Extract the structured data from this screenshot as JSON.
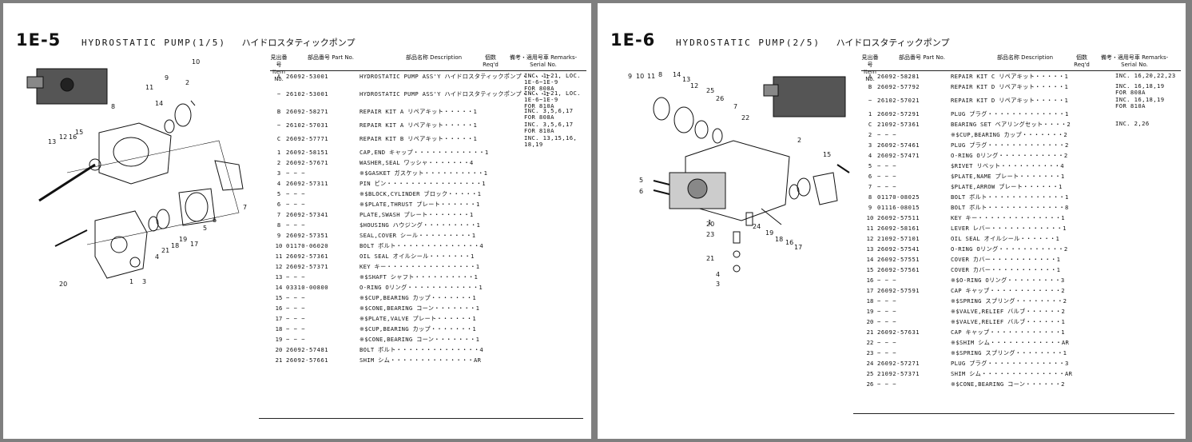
{
  "left": {
    "code": "1E-5",
    "title": "HYDROSTATIC PUMP(1/5)",
    "title_jp": "ハイドロスタティックポンプ",
    "headers": {
      "item": "見出番号 Item No.",
      "part": "部品番号 Part No.",
      "desc": "部品名称 Description",
      "qty": "個数 Req'd",
      "rem": "備考・適用号車 Remarks-Serial No."
    },
    "rows": [
      {
        "item": "A",
        "part": "26092-53001",
        "desc": "HYDROSTATIC PUMP ASS'Y ハイドロスタティックポンプ・・・・1",
        "rem": "INC. 1~21, LOC.\n1E-6~1E-9\nFOR 808A"
      },
      {
        "item": "−",
        "part": "26102-53001",
        "desc": "HYDROSTATIC PUMP ASS'Y ハイドロスタティックポンプ・・・・1",
        "rem": "INC. 1~21, LOC.\n1E-6~1E-9\nFOR 810A"
      },
      {
        "item": "B",
        "part": "26092-58271",
        "desc": "REPAIR KIT A リペアキット・・・・・1",
        "rem": "INC. 3,5,6,17\nFOR 808A"
      },
      {
        "item": "−",
        "part": "26102-57031",
        "desc": "REPAIR KIT A リペアキット・・・・・1",
        "rem": "INC. 3,5,6,17\nFOR 810A"
      },
      {
        "item": "C",
        "part": "26092-57771",
        "desc": "REPAIR KIT B リペアキット・・・・・1",
        "rem": "INC. 13,15,16,\n18,19"
      },
      {
        "item": "1",
        "part": "26092-58151",
        "desc": "CAP,END キャップ・・・・・・・・・・・・1",
        "rem": ""
      },
      {
        "item": "2",
        "part": "26092-57671",
        "desc": "WASHER,SEAL ワッシャ・・・・・・・4",
        "rem": ""
      },
      {
        "item": "3",
        "part": "− − −",
        "desc": "※$GASKET ガスケット・・・・・・・・・・1",
        "rem": ""
      },
      {
        "item": "4",
        "part": "26092-57311",
        "desc": "PIN ピン・・・・・・・・・・・・・・・・1",
        "rem": ""
      },
      {
        "item": "5",
        "part": "− − −",
        "desc": "※$BLOCK,CYLINDER ブロック・・・・・1",
        "rem": ""
      },
      {
        "item": "6",
        "part": "− − −",
        "desc": "※$PLATE,THRUST プレート・・・・・・1",
        "rem": ""
      },
      {
        "item": "7",
        "part": "26092-57341",
        "desc": "PLATE,SWASH プレート・・・・・・・1",
        "rem": ""
      },
      {
        "item": "8",
        "part": "− − −",
        "desc": "$HOUSING ハウジング・・・・・・・・・1",
        "rem": ""
      },
      {
        "item": "9",
        "part": "26092-57351",
        "desc": "SEAL,COVER シール・・・・・・・・・1",
        "rem": ""
      },
      {
        "item": "10",
        "part": "01170-06020",
        "desc": "BOLT ボルト・・・・・・・・・・・・・・4",
        "rem": ""
      },
      {
        "item": "11",
        "part": "26092-57361",
        "desc": "OIL SEAL オイルシール・・・・・・・1",
        "rem": ""
      },
      {
        "item": "12",
        "part": "26092-57371",
        "desc": "KEY キー・・・・・・・・・・・・・・・1",
        "rem": ""
      },
      {
        "item": "13",
        "part": "− − −",
        "desc": "※$SHAFT シャフト・・・・・・・・・・1",
        "rem": ""
      },
      {
        "item": "14",
        "part": "03310-00800",
        "desc": "O-RING Oリング・・・・・・・・・・・・1",
        "rem": ""
      },
      {
        "item": "15",
        "part": "− − −",
        "desc": "※$CUP,BEARING カップ・・・・・・・1",
        "rem": ""
      },
      {
        "item": "16",
        "part": "− − −",
        "desc": "※$CONE,BEARING コーン・・・・・・・1",
        "rem": ""
      },
      {
        "item": "17",
        "part": "− − −",
        "desc": "※$PLATE,VALVE プレート・・・・・・1",
        "rem": ""
      },
      {
        "item": "18",
        "part": "− − −",
        "desc": "※$CUP,BEARING カップ・・・・・・・1",
        "rem": ""
      },
      {
        "item": "19",
        "part": "− − −",
        "desc": "※$CONE,BEARING コーン・・・・・・・1",
        "rem": ""
      },
      {
        "item": "20",
        "part": "26092-57481",
        "desc": "BOLT ボルト・・・・・・・・・・・・・・4",
        "rem": ""
      },
      {
        "item": "21",
        "part": "26092-57661",
        "desc": "SHIM シム・・・・・・・・・・・・・・AR",
        "rem": ""
      }
    ],
    "callouts": [
      "1",
      "2",
      "3",
      "4",
      "5",
      "6",
      "7",
      "8",
      "9",
      "10",
      "11",
      "12",
      "13",
      "14",
      "15",
      "16",
      "17",
      "18",
      "19",
      "20",
      "21"
    ]
  },
  "right": {
    "code": "1E-6",
    "title": "HYDROSTATIC PUMP(2/5)",
    "title_jp": "ハイドロスタティックポンプ",
    "headers": {
      "item": "見出番号 Item No.",
      "part": "部品番号 Part No.",
      "desc": "部品名称 Description",
      "qty": "個数 Req'd",
      "rem": "備考・適用号車 Remarks-Serial No."
    },
    "rows": [
      {
        "item": "A",
        "part": "26092-58281",
        "desc": "REPAIR KIT C リペアキット・・・・・1",
        "rem": "INC. 16,20,22,23"
      },
      {
        "item": "B",
        "part": "26092-57792",
        "desc": "REPAIR KIT D リペアキット・・・・・1",
        "rem": "INC. 16,18,19\nFOR 808A"
      },
      {
        "item": "−",
        "part": "26102-57021",
        "desc": "REPAIR KIT D リペアキット・・・・・1",
        "rem": "INC. 16,18,19\nFOR 810A"
      },
      {
        "item": "1",
        "part": "26092-57291",
        "desc": "PLUG プラグ・・・・・・・・・・・・・1",
        "rem": ""
      },
      {
        "item": "C",
        "part": "21092-57361",
        "desc": "BEARING SET ベアリングセット・・・・2",
        "rem": "INC. 2,26"
      },
      {
        "item": "2",
        "part": "− − −",
        "desc": "※$CUP,BEARING カップ・・・・・・・2",
        "rem": ""
      },
      {
        "item": "3",
        "part": "26092-57461",
        "desc": "PLUG プラグ・・・・・・・・・・・・・2",
        "rem": ""
      },
      {
        "item": "4",
        "part": "26092-57471",
        "desc": "O-RING Oリング・・・・・・・・・・・2",
        "rem": ""
      },
      {
        "item": "5",
        "part": "− − −",
        "desc": "$RIVET リベット・・・・・・・・・・4",
        "rem": ""
      },
      {
        "item": "6",
        "part": "− − −",
        "desc": "$PLATE,NAME プレート・・・・・・・1",
        "rem": ""
      },
      {
        "item": "7",
        "part": "− − −",
        "desc": "$PLATE,ARROW プレート・・・・・・1",
        "rem": ""
      },
      {
        "item": "8",
        "part": "01170-08025",
        "desc": "BOLT ボルト・・・・・・・・・・・・・1",
        "rem": ""
      },
      {
        "item": "9",
        "part": "01116-08015",
        "desc": "BOLT ボルト・・・・・・・・・・・・・8",
        "rem": ""
      },
      {
        "item": "10",
        "part": "26092-57511",
        "desc": "KEY キー・・・・・・・・・・・・・・1",
        "rem": ""
      },
      {
        "item": "11",
        "part": "26092-58161",
        "desc": "LEVER レバー・・・・・・・・・・・・1",
        "rem": ""
      },
      {
        "item": "12",
        "part": "21092-57101",
        "desc": "OIL SEAL オイルシール・・・・・・1",
        "rem": ""
      },
      {
        "item": "13",
        "part": "26092-57541",
        "desc": "O-RING Oリング・・・・・・・・・・・2",
        "rem": ""
      },
      {
        "item": "14",
        "part": "26092-57551",
        "desc": "COVER カバー・・・・・・・・・・・1",
        "rem": ""
      },
      {
        "item": "15",
        "part": "26092-57561",
        "desc": "COVER カバー・・・・・・・・・・・1",
        "rem": ""
      },
      {
        "item": "16",
        "part": "− − −",
        "desc": "※$O-RING Oリング・・・・・・・・・3",
        "rem": ""
      },
      {
        "item": "17",
        "part": "26092-57591",
        "desc": "CAP キャップ・・・・・・・・・・・・2",
        "rem": ""
      },
      {
        "item": "18",
        "part": "− − −",
        "desc": "※$SPRING スプリング・・・・・・・・2",
        "rem": ""
      },
      {
        "item": "19",
        "part": "− − −",
        "desc": "※$VALVE,RELIEF バルブ・・・・・・2",
        "rem": ""
      },
      {
        "item": "20",
        "part": "− − −",
        "desc": "※$VALVE,RELIEF バルブ・・・・・・1",
        "rem": ""
      },
      {
        "item": "21",
        "part": "26092-57631",
        "desc": "CAP キャップ・・・・・・・・・・・・1",
        "rem": ""
      },
      {
        "item": "22",
        "part": "− − −",
        "desc": "※$SHIM シム・・・・・・・・・・・・AR",
        "rem": ""
      },
      {
        "item": "23",
        "part": "− − −",
        "desc": "※$SPRING スプリング・・・・・・・・1",
        "rem": ""
      },
      {
        "item": "24",
        "part": "26092-57271",
        "desc": "PLUG プラグ・・・・・・・・・・・・・3",
        "rem": ""
      },
      {
        "item": "25",
        "part": "21092-57371",
        "desc": "SHIM シム・・・・・・・・・・・・・・AR",
        "rem": ""
      },
      {
        "item": "26",
        "part": "− − −",
        "desc": "※$CONE,BEARING コーン・・・・・・2",
        "rem": ""
      }
    ],
    "callouts": [
      "1",
      "2",
      "3",
      "4",
      "5",
      "6",
      "7",
      "8",
      "9",
      "10",
      "11",
      "12",
      "13",
      "14",
      "15",
      "16",
      "17",
      "18",
      "19",
      "20",
      "21",
      "22",
      "23",
      "24",
      "25",
      "26"
    ]
  }
}
